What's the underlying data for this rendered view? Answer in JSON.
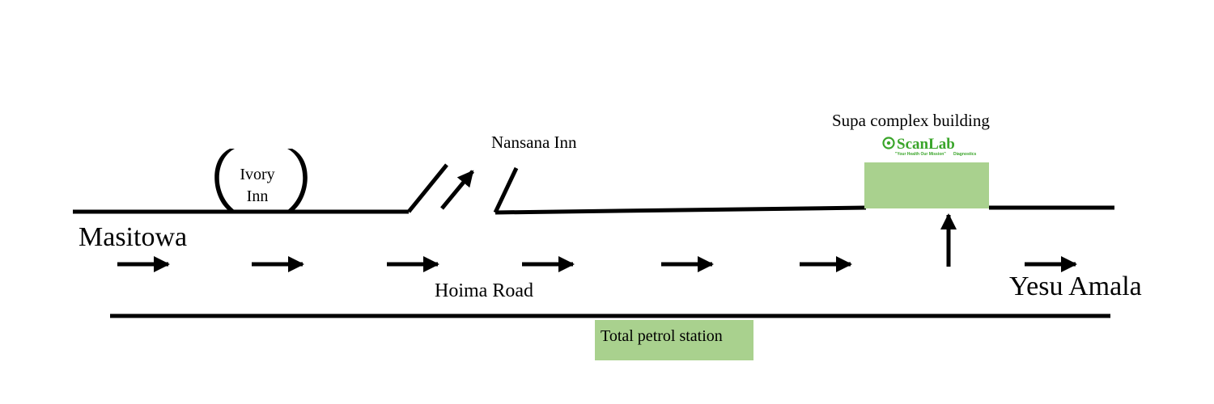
{
  "map": {
    "places": {
      "start": "Masitowa",
      "end": "Yesu Amala"
    },
    "road": {
      "name": "Hoima Road",
      "direction": "towards Yesu Amala"
    },
    "landmarks": {
      "ivory_inn": {
        "line1": "Ivory",
        "line2": "Inn"
      },
      "nansana_inn": {
        "name": "Nansana Inn"
      },
      "supa_complex": {
        "name": "Supa complex building"
      },
      "total_petrol": {
        "name": "Total petrol station"
      }
    },
    "logo": {
      "name": "ScanLab",
      "tagline": "\"Your Health Our Mission\"",
      "suffix": "Diagnostics"
    },
    "colors": {
      "road_line": "#000000",
      "building_fill": "#a9d18e",
      "logo_green": "#3aa52a",
      "background": "#ffffff"
    },
    "icons": [
      "direction-arrow-icon",
      "entrance-arrow-icon",
      "arch-icon",
      "scanlab-logo-icon"
    ]
  }
}
